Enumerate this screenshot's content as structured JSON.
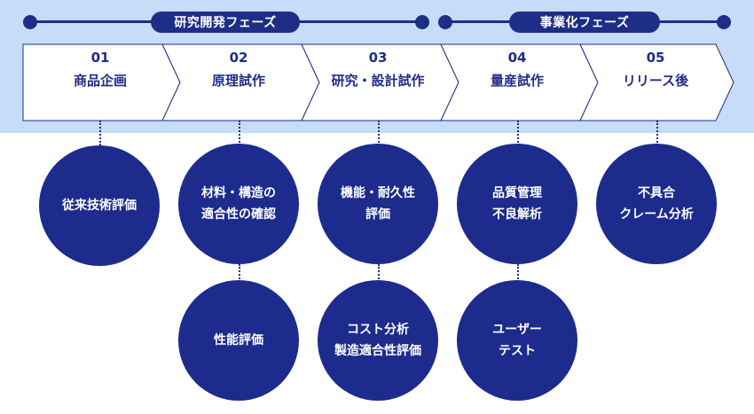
{
  "phases": [
    {
      "label": "研究開発フェーズ"
    },
    {
      "label": "事業化フェーズ"
    }
  ],
  "steps": [
    {
      "num": "01",
      "label": "商品企画"
    },
    {
      "num": "02",
      "label": "原理試作"
    },
    {
      "num": "03",
      "label": "研究・設計試作"
    },
    {
      "num": "04",
      "label": "量産試作"
    },
    {
      "num": "05",
      "label": "リリース後"
    }
  ],
  "activities": [
    {
      "lines": [
        "従来技術評価"
      ]
    },
    {
      "lines": [
        "材料・構造の",
        "適合性の確認"
      ]
    },
    {
      "lines": [
        "性能評価"
      ]
    },
    {
      "lines": [
        "機能・耐久性",
        "評価"
      ]
    },
    {
      "lines": [
        "コスト分析",
        "製造適合性評価"
      ]
    },
    {
      "lines": [
        "品質管理",
        "不良解析"
      ]
    },
    {
      "lines": [
        "ユーザー",
        "テスト"
      ]
    },
    {
      "lines": [
        "不具合",
        "クレーム分析"
      ]
    }
  ],
  "colors": {
    "navy": "#1e2e86",
    "circle": "#1c2b8c",
    "band": "#c6dcf8",
    "arrow_fill": "#ffffff",
    "arrow_stroke": "#1e2e86"
  }
}
